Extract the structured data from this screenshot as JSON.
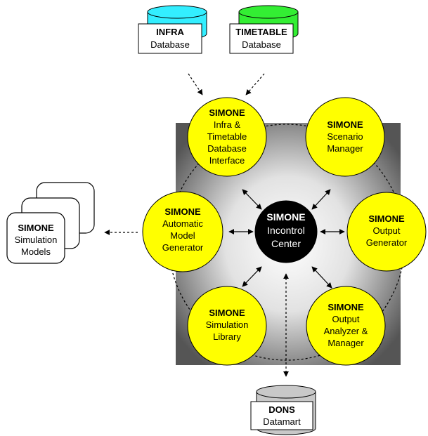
{
  "databases": {
    "infra": {
      "title": "INFRA",
      "subtitle": "Database",
      "color": "#33eeff"
    },
    "timetable": {
      "title": "TIMETABLE",
      "subtitle": "Database",
      "color": "#33ee33"
    },
    "dons": {
      "title": "DONS",
      "subtitle": "Datamart",
      "color": "#c8c8c8"
    }
  },
  "center": {
    "line1": "SIMONE",
    "line2": "Incontrol",
    "line3": "Center",
    "color": "#000000"
  },
  "modules": {
    "interface": {
      "title": "SIMONE",
      "lines": [
        "Infra &",
        "Timetable",
        "Database",
        "Interface"
      ]
    },
    "scenario": {
      "title": "SIMONE",
      "lines": [
        "Scenario",
        "Manager"
      ]
    },
    "model_generator": {
      "title": "SIMONE",
      "lines": [
        "Automatic",
        "Model",
        "Generator"
      ]
    },
    "output_generator": {
      "title": "SIMONE",
      "lines": [
        "Output",
        "Generator"
      ]
    },
    "simulation_library": {
      "title": "SIMONE",
      "lines": [
        "Simulation",
        "Library"
      ]
    },
    "output_analyzer": {
      "title": "SIMONE",
      "lines": [
        "Output",
        "Analyzer &",
        "Manager"
      ]
    }
  },
  "simulation_models": {
    "title": "SIMONE",
    "lines": [
      "Simulation",
      "Models"
    ]
  },
  "colors": {
    "module_fill": "#ffff00",
    "arrow": "#000000"
  }
}
